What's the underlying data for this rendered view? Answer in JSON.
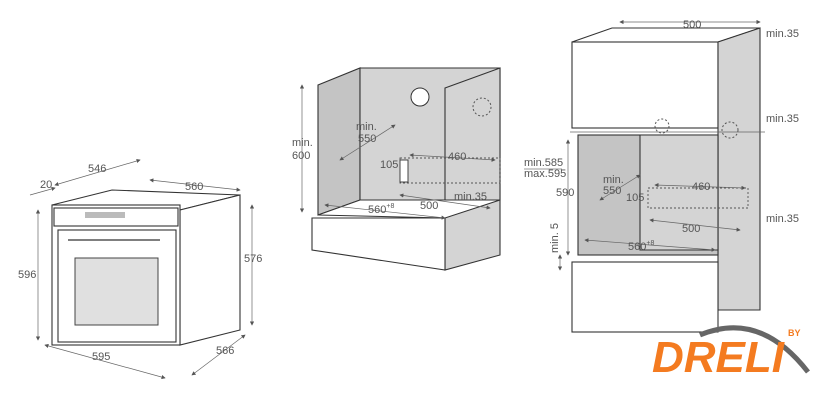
{
  "oven": {
    "width_top": "546",
    "front_offset": "20",
    "depth_top": "560",
    "height_front": "596",
    "height_side": "576",
    "width_bottom": "595",
    "depth_bottom": "566"
  },
  "under_counter": {
    "height_l1": "min.",
    "height_l2": "600",
    "depth_l1": "min.",
    "depth_l2": "550",
    "vent_height": "105",
    "vent_width": "460",
    "width": "560",
    "width_sup": "+8",
    "inner_depth": "500",
    "gap": "min.35"
  },
  "tall_cabinet": {
    "top_width": "500",
    "gap_top": "min.35",
    "gap_mid": "min.35",
    "range_min": "min.585",
    "range_max": "max.595",
    "height": "590",
    "depth_l1": "min.",
    "depth_l2": "550",
    "vent_height": "105",
    "vent_width": "460",
    "gap_low": "min.35",
    "inner_depth": "500",
    "width": "560",
    "width_sup": "+8",
    "base_gap": "min. 5"
  },
  "logo": {
    "brand": "DRELI",
    "by": "BY",
    "accent": "#f47b20"
  }
}
